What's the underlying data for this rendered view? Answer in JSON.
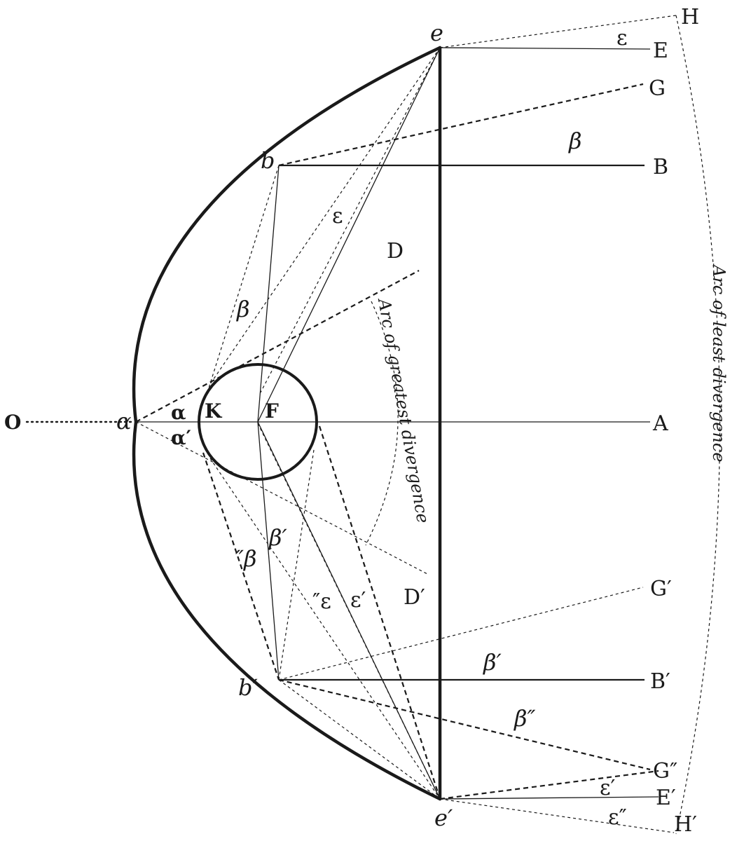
{
  "labels": {
    "O": "O",
    "alpha_vertex": "α",
    "alpha": "α",
    "alpha_prime": "α′",
    "K": "K",
    "F": "F",
    "A": "A",
    "e": "e",
    "e_prime": "e′",
    "b": "b",
    "b_prime": "b′",
    "H": "H",
    "H_prime": "H′",
    "E": "E",
    "E_prime": "E′",
    "G": "G",
    "G_prime": "G′",
    "G_double": "G″",
    "B": "B",
    "B_prime": "B′",
    "D": "D",
    "D_prime": "D′",
    "beta_top": "β",
    "beta_inner": "β",
    "beta_prime_right": "β′",
    "beta_double_right": "β″",
    "beta_prime_inner": "β′",
    "beta_double_inner": "″β",
    "epsilon_top": "ε",
    "epsilon_inner": "ε",
    "epsilon_double_inner": "″ε",
    "epsilon_prime_inner": "ε′",
    "epsilon_prime_bottom": "ε′",
    "epsilon_double_bottom": "ε″"
  },
  "arcs": {
    "greatest": "Arc of greatest divergence",
    "least": "Arc of least divergence"
  }
}
